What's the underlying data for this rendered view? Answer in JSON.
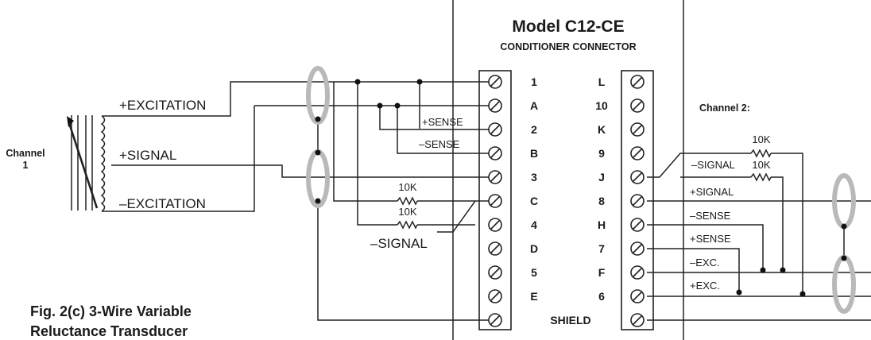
{
  "title": "Model C12-CE",
  "subtitle": "CONDITIONER CONNECTOR",
  "channel1": {
    "label_line1": "Channel",
    "label_line2": "1"
  },
  "channel2_label": "Channel 2:",
  "sensor_wires": {
    "plus_excitation": "+EXCITATION",
    "plus_signal": "+SIGNAL",
    "minus_excitation": "–EXCITATION"
  },
  "left_labels": {
    "plus_sense": "+SENSE",
    "minus_sense": "–SENSE",
    "minus_signal": "–SIGNAL",
    "resistor_upper": "10K",
    "resistor_lower": "10K"
  },
  "left_terminals": [
    "1",
    "A",
    "2",
    "B",
    "3",
    "C",
    "4",
    "D",
    "5",
    "E"
  ],
  "right_terminals": [
    "L",
    "10",
    "K",
    "9",
    "J",
    "8",
    "H",
    "7",
    "F",
    "6"
  ],
  "shield_label": "SHIELD",
  "right_labels": {
    "resistor_upper": "10K",
    "minus_signal": "–SIGNAL",
    "resistor_lower": "10K",
    "plus_signal": "+SIGNAL",
    "minus_sense": "–SENSE",
    "plus_sense": "+SENSE",
    "minus_exc": "–EXC.",
    "plus_exc": "+EXC."
  },
  "caption": {
    "line1": "Fig. 2(c)  3-Wire Variable",
    "line2": "Reluctance Transducer"
  },
  "icons": [
    "terminal-screw-icon",
    "resistor-icon",
    "coil-icon",
    "cable-shield-icon",
    "junction-dot-icon"
  ]
}
